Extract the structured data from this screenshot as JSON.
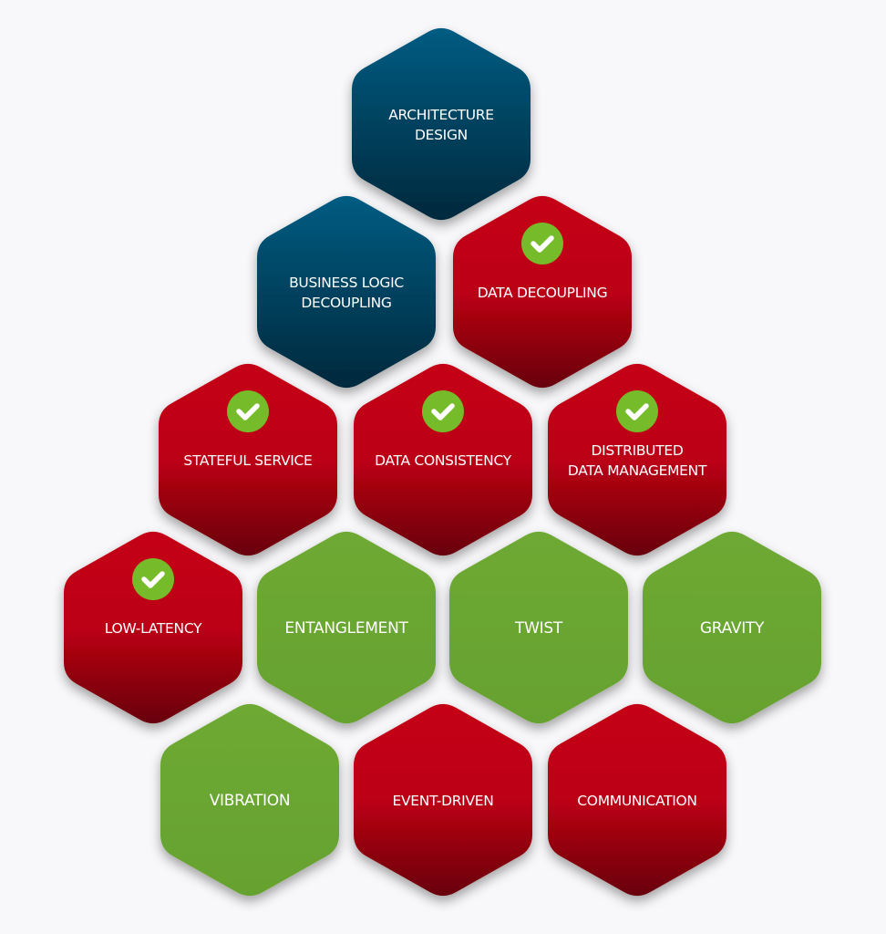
{
  "colors": {
    "red_top": "#c40016",
    "red_bottom": "#680007",
    "blue_top": "#005c82",
    "blue_bottom": "#00283c",
    "green": "#6ca833",
    "check": "#76bb2a",
    "background": "#f8f8fa"
  },
  "hexagons": [
    {
      "id": "architecture-design",
      "lines": [
        "ARCHITECTURE",
        "DESIGN"
      ],
      "color": "blue",
      "checked": false,
      "row": 0,
      "col": 0
    },
    {
      "id": "business-logic-decoupling",
      "lines": [
        "BUSINESS LOGIC",
        "DECOUPLING"
      ],
      "color": "blue",
      "checked": false,
      "row": 1,
      "col": 0
    },
    {
      "id": "data-decoupling",
      "lines": [
        "DATA DECOUPLING"
      ],
      "color": "red",
      "checked": true,
      "row": 1,
      "col": 1
    },
    {
      "id": "stateful-service",
      "lines": [
        "STATEFUL SERVICE"
      ],
      "color": "red",
      "checked": true,
      "row": 2,
      "col": 0
    },
    {
      "id": "data-consistency",
      "lines": [
        "DATA CONSISTENCY"
      ],
      "color": "red",
      "checked": true,
      "row": 2,
      "col": 1
    },
    {
      "id": "distributed-data-management",
      "lines": [
        "DISTRIBUTED",
        "DATA MANAGEMENT"
      ],
      "color": "red",
      "checked": true,
      "row": 2,
      "col": 2
    },
    {
      "id": "low-latency",
      "lines": [
        "LOW-LATENCY"
      ],
      "color": "red",
      "checked": true,
      "row": 3,
      "col": 0
    },
    {
      "id": "entanglement",
      "lines": [
        "ENTANGLEMENT"
      ],
      "color": "green",
      "checked": false,
      "row": 3,
      "col": 1
    },
    {
      "id": "twist",
      "lines": [
        "TWIST"
      ],
      "color": "green",
      "checked": false,
      "row": 3,
      "col": 2
    },
    {
      "id": "gravity",
      "lines": [
        "GRAVITY"
      ],
      "color": "green",
      "checked": false,
      "row": 3,
      "col": 3
    },
    {
      "id": "vibration",
      "lines": [
        "VIBRATION"
      ],
      "color": "green",
      "checked": false,
      "row": 4,
      "col": 0
    },
    {
      "id": "event-driven",
      "lines": [
        "EVENT-DRIVEN"
      ],
      "color": "red",
      "checked": false,
      "row": 4,
      "col": 1
    },
    {
      "id": "communication",
      "lines": [
        "COMMUNICATION"
      ],
      "color": "red",
      "checked": false,
      "row": 4,
      "col": 2
    }
  ]
}
